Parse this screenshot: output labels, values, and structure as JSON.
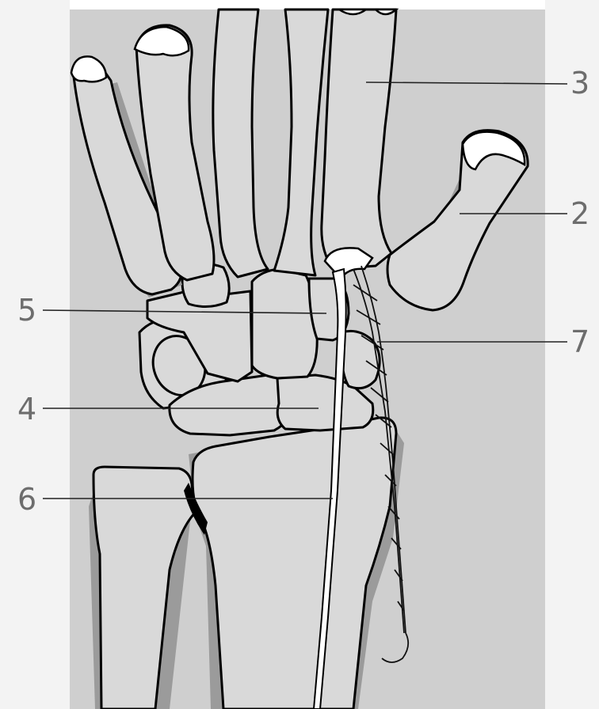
{
  "figure": {
    "labels": [
      {
        "id": "label-3",
        "text": "3"
      },
      {
        "id": "label-2",
        "text": "2"
      },
      {
        "id": "label-5",
        "text": "5"
      },
      {
        "id": "label-7",
        "text": "7"
      },
      {
        "id": "label-4",
        "text": "4"
      },
      {
        "id": "label-6",
        "text": "6"
      }
    ]
  },
  "colors": {
    "background_panel": "#cfcfcf",
    "bone_fill": "#d9d9d9",
    "bone_shadow": "#9b9b9b",
    "outline": "#000000",
    "label_text": "#6d6d6d"
  }
}
